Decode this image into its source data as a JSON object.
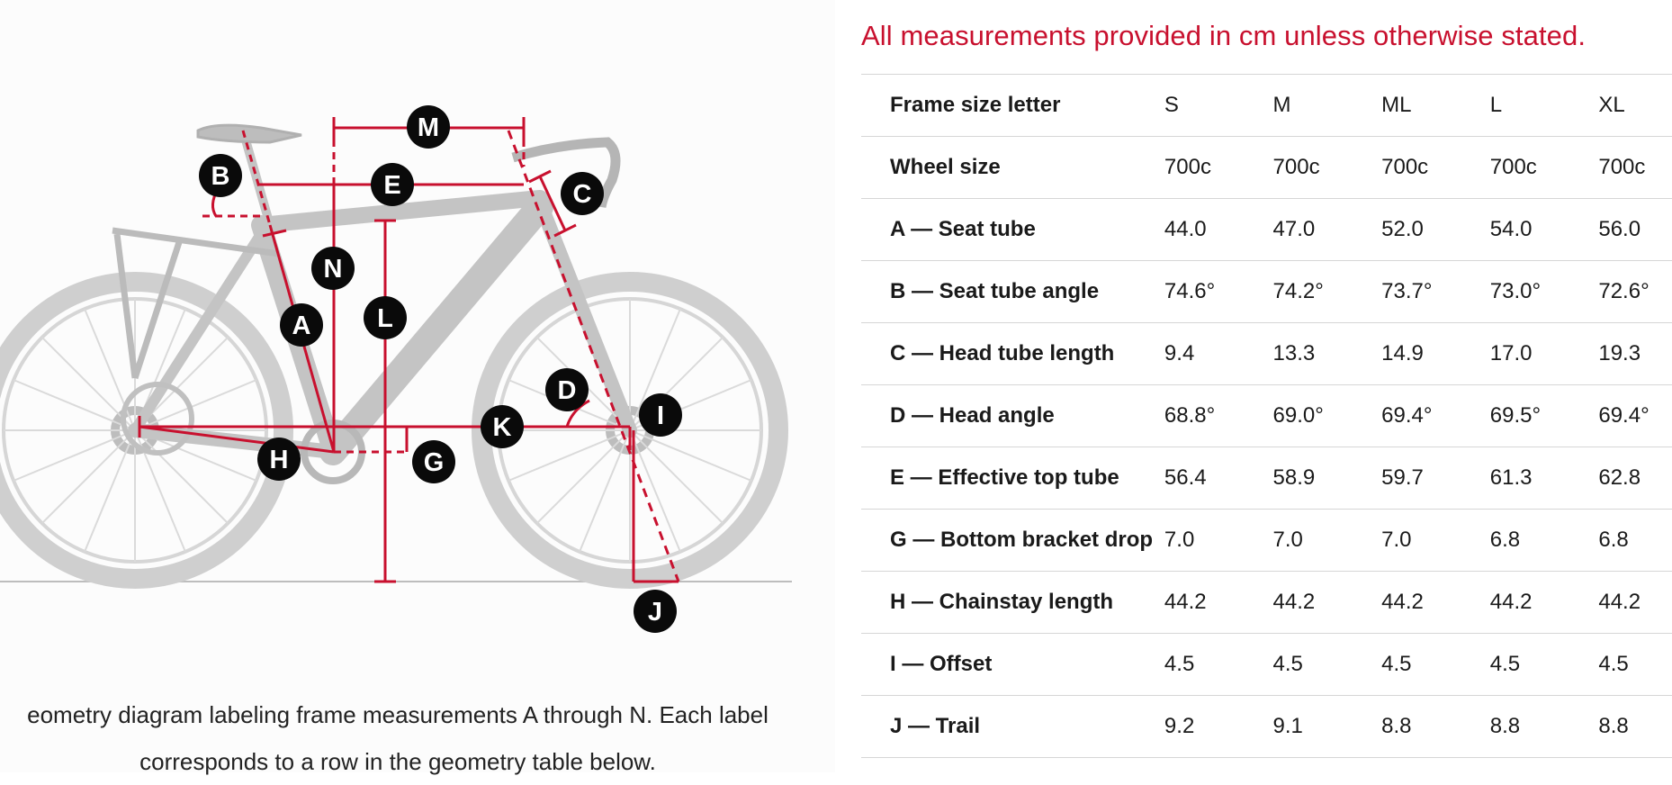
{
  "notice": "All measurements provided in cm unless otherwise stated.",
  "caption": "eometry diagram labeling frame measurements A through N. Each label corresponds to a row in the geometry table below.",
  "colors": {
    "accent": "#c8102e",
    "marker": "#0a0a0a",
    "bike": "#c9c9c9"
  },
  "diagram_labels": {
    "A": "A",
    "B": "B",
    "C": "C",
    "D": "D",
    "E": "E",
    "G": "G",
    "H": "H",
    "I": "I",
    "J": "J",
    "K": "K",
    "L": "L",
    "M": "M",
    "N": "N"
  },
  "table": {
    "header": {
      "label": "Frame size letter",
      "sizes": [
        "S",
        "M",
        "ML",
        "L",
        "XL"
      ]
    },
    "rows": [
      {
        "label": "Wheel size",
        "values": [
          "700c",
          "700c",
          "700c",
          "700c",
          "700c"
        ]
      },
      {
        "label": "A — Seat tube",
        "values": [
          "44.0",
          "47.0",
          "52.0",
          "54.0",
          "56.0"
        ]
      },
      {
        "label": "B — Seat tube angle",
        "values": [
          "74.6°",
          "74.2°",
          "73.7°",
          "73.0°",
          "72.6°"
        ]
      },
      {
        "label": "C — Head tube length",
        "values": [
          "9.4",
          "13.3",
          "14.9",
          "17.0",
          "19.3"
        ]
      },
      {
        "label": "D — Head angle",
        "values": [
          "68.8°",
          "69.0°",
          "69.4°",
          "69.5°",
          "69.4°"
        ]
      },
      {
        "label": "E — Effective top tube",
        "values": [
          "56.4",
          "58.9",
          "59.7",
          "61.3",
          "62.8"
        ]
      },
      {
        "label": "G — Bottom bracket drop",
        "values": [
          "7.0",
          "7.0",
          "7.0",
          "6.8",
          "6.8"
        ]
      },
      {
        "label": "H — Chainstay length",
        "values": [
          "44.2",
          "44.2",
          "44.2",
          "44.2",
          "44.2"
        ]
      },
      {
        "label": "I — Offset",
        "values": [
          "4.5",
          "4.5",
          "4.5",
          "4.5",
          "4.5"
        ]
      },
      {
        "label": "J — Trail",
        "values": [
          "9.2",
          "9.1",
          "8.8",
          "8.8",
          "8.8"
        ]
      }
    ]
  }
}
